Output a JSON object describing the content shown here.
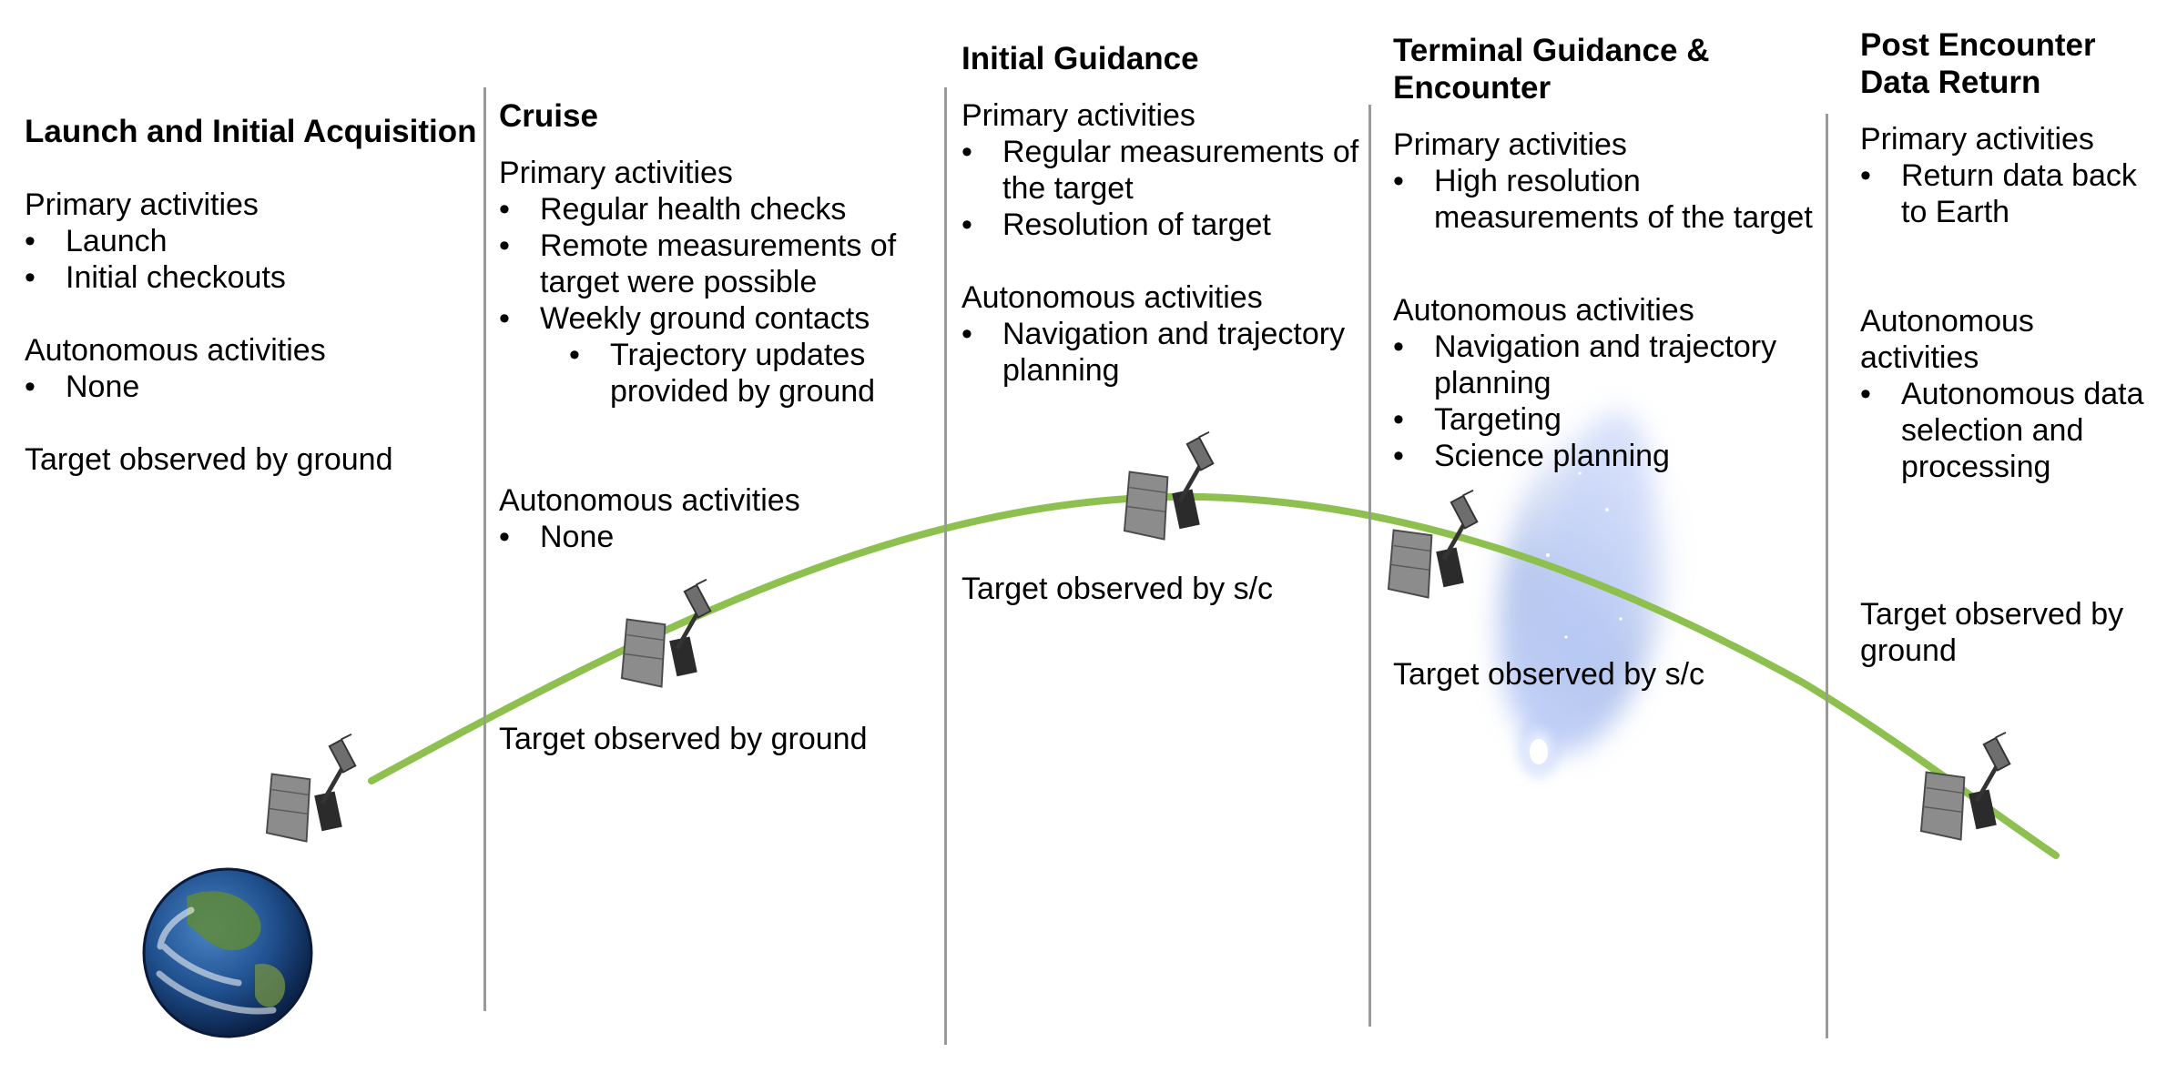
{
  "phases": [
    {
      "title": "Launch and Initial Acquisition",
      "primary_label": "Primary activities",
      "primary": [
        "Launch",
        "Initial checkouts"
      ],
      "autonomous_label": "Autonomous activities",
      "autonomous": [
        "None"
      ],
      "observation": "Target observed by ground"
    },
    {
      "title": "Cruise",
      "primary_label": "Primary activities",
      "primary": [
        "Regular health checks",
        "Remote measurements of target were possible",
        "Weekly ground contacts"
      ],
      "primary_sub": [
        "Trajectory updates provided by ground"
      ],
      "autonomous_label": "Autonomous activities",
      "autonomous": [
        "None"
      ],
      "observation": "Target observed by ground"
    },
    {
      "title": "Initial Guidance",
      "primary_label": "Primary activities",
      "primary": [
        "Regular measurements of the target",
        "Resolution of target"
      ],
      "autonomous_label": "Autonomous activities",
      "autonomous": [
        "Navigation and trajectory planning"
      ],
      "observation": "Target observed by s/c"
    },
    {
      "title": "Terminal Guidance & Encounter",
      "primary_label": "Primary activities",
      "primary": [
        "High resolution measurements of the target"
      ],
      "autonomous_label": "Autonomous activities",
      "autonomous": [
        "Navigation and trajectory planning",
        "Targeting",
        "Science planning"
      ],
      "observation": "Target observed by s/c"
    },
    {
      "title": "Post Encounter Data Return",
      "primary_label": "Primary activities",
      "primary": [
        "Return data back to Earth"
      ],
      "autonomous_label": "Autonomous activities",
      "autonomous": [
        "Autonomous data selection and processing"
      ],
      "observation": "Target observed by ground"
    }
  ],
  "icons": {
    "planet": "earth-icon",
    "target": "comet-icon",
    "spacecraft": "spacecraft-icon"
  },
  "colors": {
    "trajectory": "#8dc04f",
    "divider": "#9a9a9a",
    "earth_ocean": "#1f4e8c",
    "comet_glow": "#9fb7ee"
  }
}
